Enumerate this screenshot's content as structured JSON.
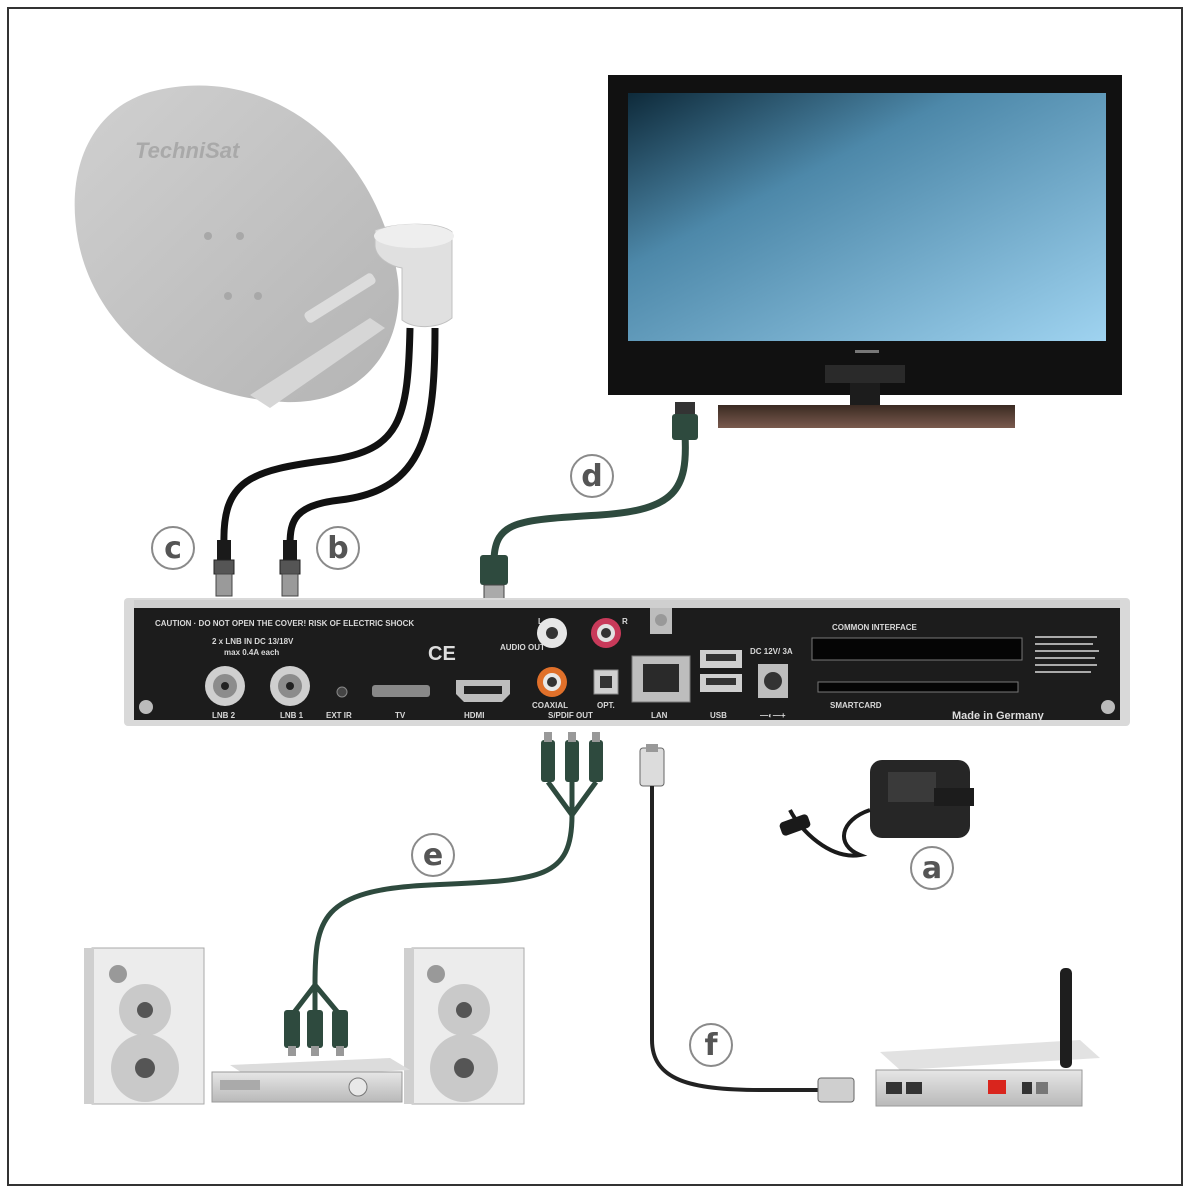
{
  "callouts": {
    "a": "a",
    "b": "b",
    "c": "c",
    "d": "d",
    "e": "e",
    "f": "f"
  },
  "dish": {
    "brand": "TechniSat"
  },
  "receiver": {
    "caution": "CAUTION · DO NOT OPEN THE COVER! RISK OF ELECTRIC SHOCK",
    "lnb_rating": "2 x LNB IN DC 13/18V",
    "lnb_rating2": "max 0.4A each",
    "lnb2": "LNB 2",
    "lnb1": "LNB 1",
    "ext_ir": "EXT IR",
    "tv": "TV",
    "hdmi": "HDMI",
    "audio_out": "AUDIO OUT",
    "audio_l": "L",
    "audio_r": "R",
    "coaxial": "COAXIAL",
    "spdif": "S/PDIF OUT",
    "opt": "OPT.",
    "lan": "LAN",
    "usb": "USB",
    "dc_in": "DC 12V/ 3A",
    "common_interface": "COMMON INTERFACE",
    "smartcard": "SMARTCARD",
    "made_in": "Made in Germany",
    "ce": "CE"
  },
  "colors": {
    "frame": "#333333",
    "cable_black": "#111111",
    "cable_green": "#2e4a3e",
    "receiver_body": "#1c1c1c",
    "receiver_trim": "#d9d9d9",
    "dish": "#c4c4c4",
    "screen_light": "#8cc4e6",
    "screen_dark": "#0e2a3a",
    "callout_ring": "#8a8a8a"
  }
}
